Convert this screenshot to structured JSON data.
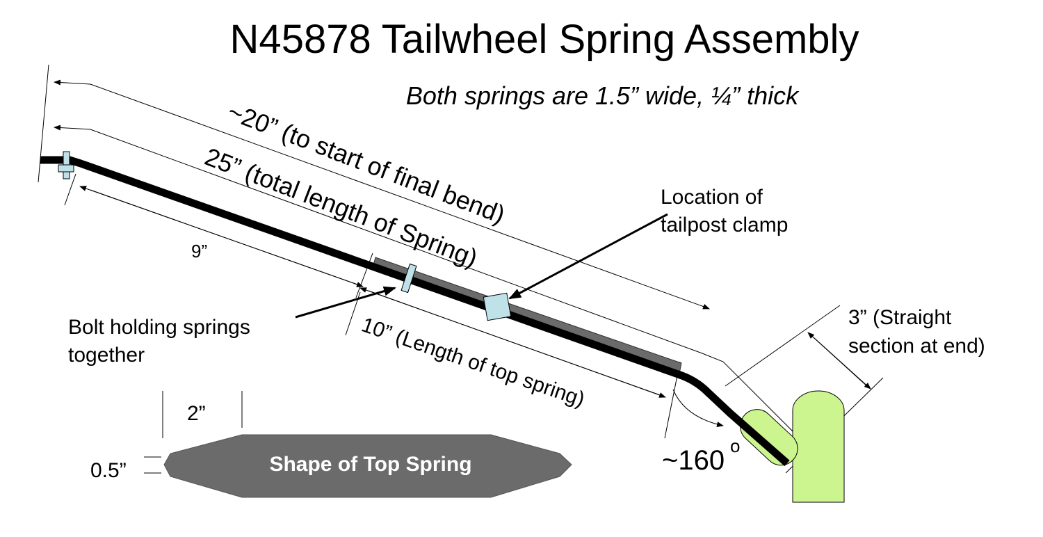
{
  "title": "N45878 Tailwheel Spring Assembly",
  "subtitle": "Both springs are 1.5” wide, ¼” thick",
  "labels": {
    "len20": "~20” (to start of final bend)",
    "len25": "25” (total length of Spring)",
    "len9": "9”",
    "len10": "10” (Length of top spring)",
    "clamp_line1": "Location of",
    "clamp_line2": "tailpost clamp",
    "bolt_line1": "Bolt holding springs",
    "bolt_line2": "together",
    "straight_line1": "3” (Straight",
    "straight_line2": "section at end)",
    "angle": "~160",
    "angle_unit": "o",
    "dim2": "2”",
    "dim05": "0.5”",
    "shape": "Shape of Top Spring"
  },
  "colors": {
    "spring_main": "#000000",
    "top_spring": "#6b6b6b",
    "bolt_clamp": "#bfe1e8",
    "tailwheel": "#ccf58f",
    "shape_fill": "#6b6b6b"
  }
}
